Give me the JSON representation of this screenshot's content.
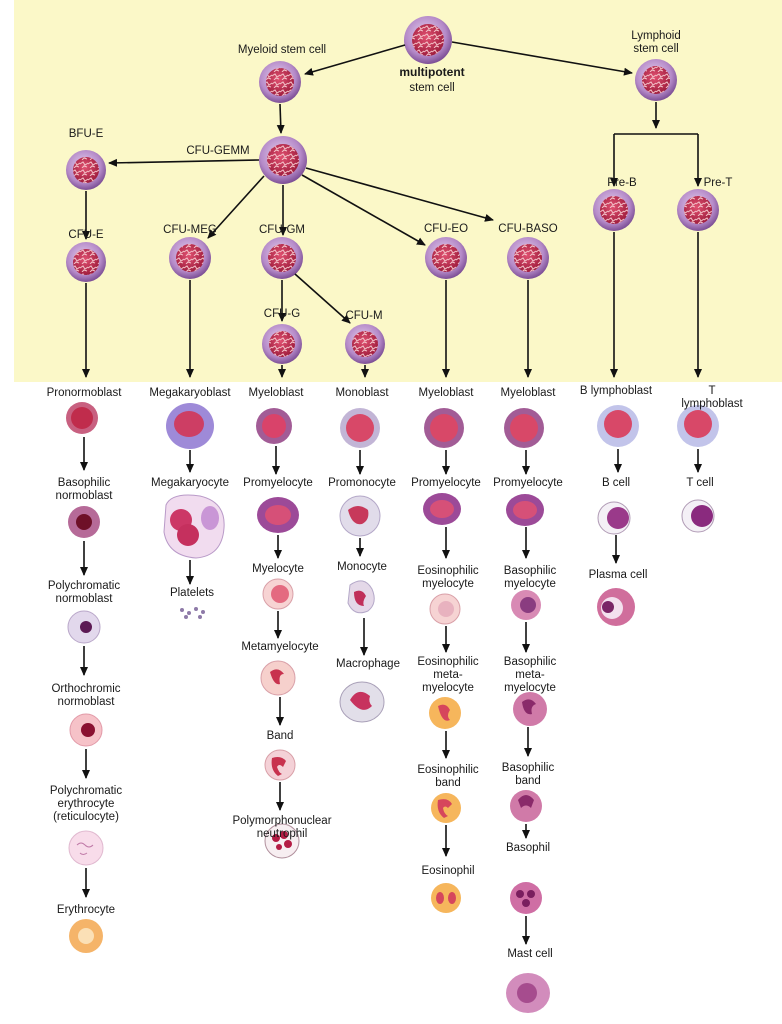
{
  "diagram": {
    "nodes": {
      "multipotent": {
        "title": "multipotent",
        "sub": "stem cell"
      },
      "myeloid_stem": "Myeloid stem cell",
      "lymphoid_stem": "Lymphoid\nstem cell",
      "cfu_gemm": "CFU-GEMM",
      "bfu_e": "BFU-E",
      "cfu_e": "CFU-E",
      "cfu_meg": "CFU-MEG",
      "cfu_gm": "CFU-GM",
      "cfu_g": "CFU-G",
      "cfu_m": "CFU-M",
      "cfu_eo": "CFU-EO",
      "cfu_baso": "CFU-BASO",
      "pre_b": "Pre-B",
      "pre_t": "Pre-T"
    },
    "lineages": {
      "erythroid": [
        "Pronormoblast",
        "Basophilic\nnormoblast",
        "Polychromatic\nnormoblast",
        "Orthochromic\nnormoblast",
        "Polychromatic\nerythrocyte\n(reticulocyte)",
        "Erythrocyte"
      ],
      "megakaryocytic": [
        "Megakaryoblast",
        "Megakaryocyte",
        "Platelets"
      ],
      "granulocytic": [
        "Myeloblast",
        "Promyelocyte",
        "Myelocyte",
        "Metamyelocyte",
        "Band",
        "Polymorphonuclear\nneutrophil"
      ],
      "monocytic": [
        "Monoblast",
        "Promonocyte",
        "Monocyte",
        "Macrophage"
      ],
      "eosinophilic": [
        "Myeloblast",
        "Promyelocyte",
        "Eosinophilic\nmyelocyte",
        "Eosinophilic\nmeta-\nmyelocyte",
        "Eosinophilic\nband",
        "Eosinophil"
      ],
      "basophilic": [
        "Myeloblast",
        "Promyelocyte",
        "Basophilic\nmyelocyte",
        "Basophilic\nmeta-\nmyelocyte",
        "Basophilic\nband",
        "Basophil",
        "Mast cell"
      ],
      "b_lymphoid": [
        "B lymphoblast",
        "B cell",
        "Plasma cell"
      ],
      "t_lymphoid": [
        "T lymphoblast",
        "T cell"
      ]
    }
  },
  "colors": {
    "progenitor_bg": "#fbf8c8",
    "arrow": "#111111",
    "stem_outer": "#b58ac8",
    "stem_inner": "#c0304e"
  }
}
